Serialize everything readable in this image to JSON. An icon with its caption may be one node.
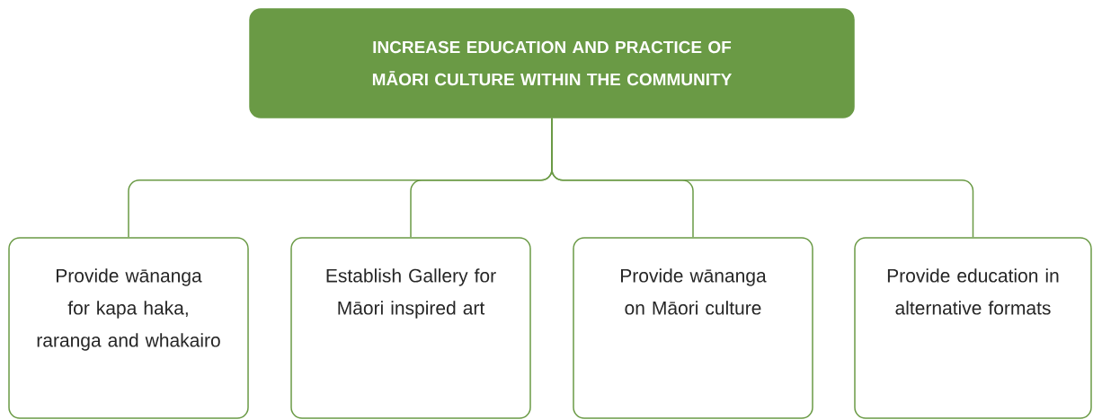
{
  "diagram": {
    "nodes": [
      {
        "text": [
          "INCREASE EDUCATION AND PRACTICE OF MĀORI CULTURE WITHIN THE COMMUNITY"
        ]
      },
      {
        "text": [
          "Provide wānanga for kapa haka, raranga and whakairo"
        ]
      },
      {
        "text": [
          "Establish Gallery for Māori inspired art"
        ]
      },
      {
        "text": [
          "Provide wānanga on Māori culture"
        ]
      },
      {
        "text": [
          "Provide education in alternative formats"
        ]
      }
    ],
    "edges": [
      {
        "from": 0,
        "to": 1,
        "arrow": "none"
      },
      {
        "from": 0,
        "to": 2,
        "arrow": "none"
      },
      {
        "from": 0,
        "to": 3,
        "arrow": "none"
      },
      {
        "from": 0,
        "to": 4,
        "arrow": "none"
      }
    ]
  }
}
